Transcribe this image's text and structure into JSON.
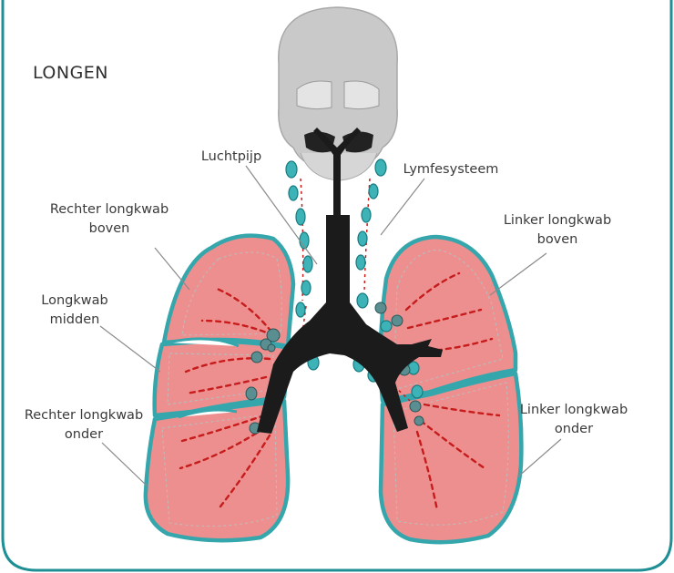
{
  "title": "LONGEN",
  "labels": {
    "trachea": "Luchtpijp",
    "lymph": "Lymfesysteem",
    "right_upper_line1": "Rechter longkwab",
    "right_upper_line2": "boven",
    "right_middle_line1": "Longkwab",
    "right_middle_line2": "midden",
    "right_lower_line1": "Rechter longkwab",
    "right_lower_line2": "onder",
    "left_upper_line1": "Linker longkwab",
    "left_upper_line2": "boven",
    "left_lower_line1": "Linker longkwab",
    "left_lower_line2": "onder"
  },
  "colors": {
    "frame": "#1f8f95",
    "lung_fill": "#ee8f8f",
    "lung_outline": "#35a7ac",
    "airway": "#1b1b1b",
    "lymph_node": "#3db3b8",
    "vessel": "#c61c1c",
    "skull": "#c9c9c9"
  }
}
